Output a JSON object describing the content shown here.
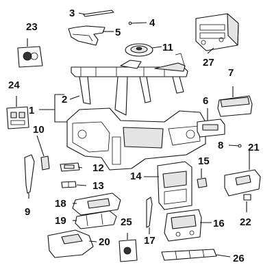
{
  "diagram": {
    "callouts": [
      {
        "id": "1",
        "text": "1"
      },
      {
        "id": "2",
        "text": "2"
      },
      {
        "id": "3",
        "text": "3"
      },
      {
        "id": "4",
        "text": "4"
      },
      {
        "id": "5",
        "text": "5"
      },
      {
        "id": "6",
        "text": "6"
      },
      {
        "id": "7",
        "text": "7"
      },
      {
        "id": "8",
        "text": "8"
      },
      {
        "id": "9",
        "text": "9"
      },
      {
        "id": "10",
        "text": "10"
      },
      {
        "id": "11",
        "text": "11"
      },
      {
        "id": "12",
        "text": "12"
      },
      {
        "id": "13",
        "text": "13"
      },
      {
        "id": "14",
        "text": "14"
      },
      {
        "id": "15",
        "text": "15"
      },
      {
        "id": "16",
        "text": "16"
      },
      {
        "id": "17",
        "text": "17"
      },
      {
        "id": "18",
        "text": "18"
      },
      {
        "id": "19",
        "text": "19"
      },
      {
        "id": "20",
        "text": "20"
      },
      {
        "id": "21",
        "text": "21"
      },
      {
        "id": "22",
        "text": "22"
      },
      {
        "id": "23",
        "text": "23"
      },
      {
        "id": "24",
        "text": "24"
      },
      {
        "id": "25",
        "text": "25"
      },
      {
        "id": "26",
        "text": "26"
      },
      {
        "id": "27",
        "text": "27"
      }
    ]
  }
}
